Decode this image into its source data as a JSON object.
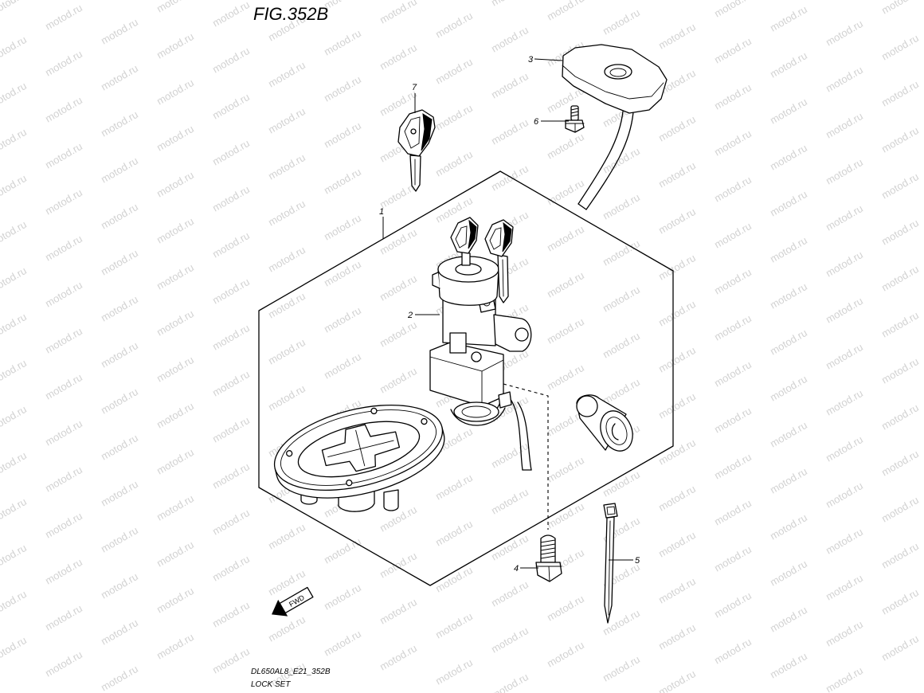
{
  "figure": {
    "title": "FIG.352B",
    "code": "DL650AL8_E21_352B",
    "name": "LOCK SET"
  },
  "callouts": [
    "1",
    "2",
    "3",
    "4",
    "5",
    "6",
    "7"
  ],
  "direction_label": "FWD",
  "watermark": {
    "text": "motod.ru"
  },
  "colors": {
    "line": "#000000",
    "background": "#ffffff",
    "watermark": "#d2d2d2"
  }
}
